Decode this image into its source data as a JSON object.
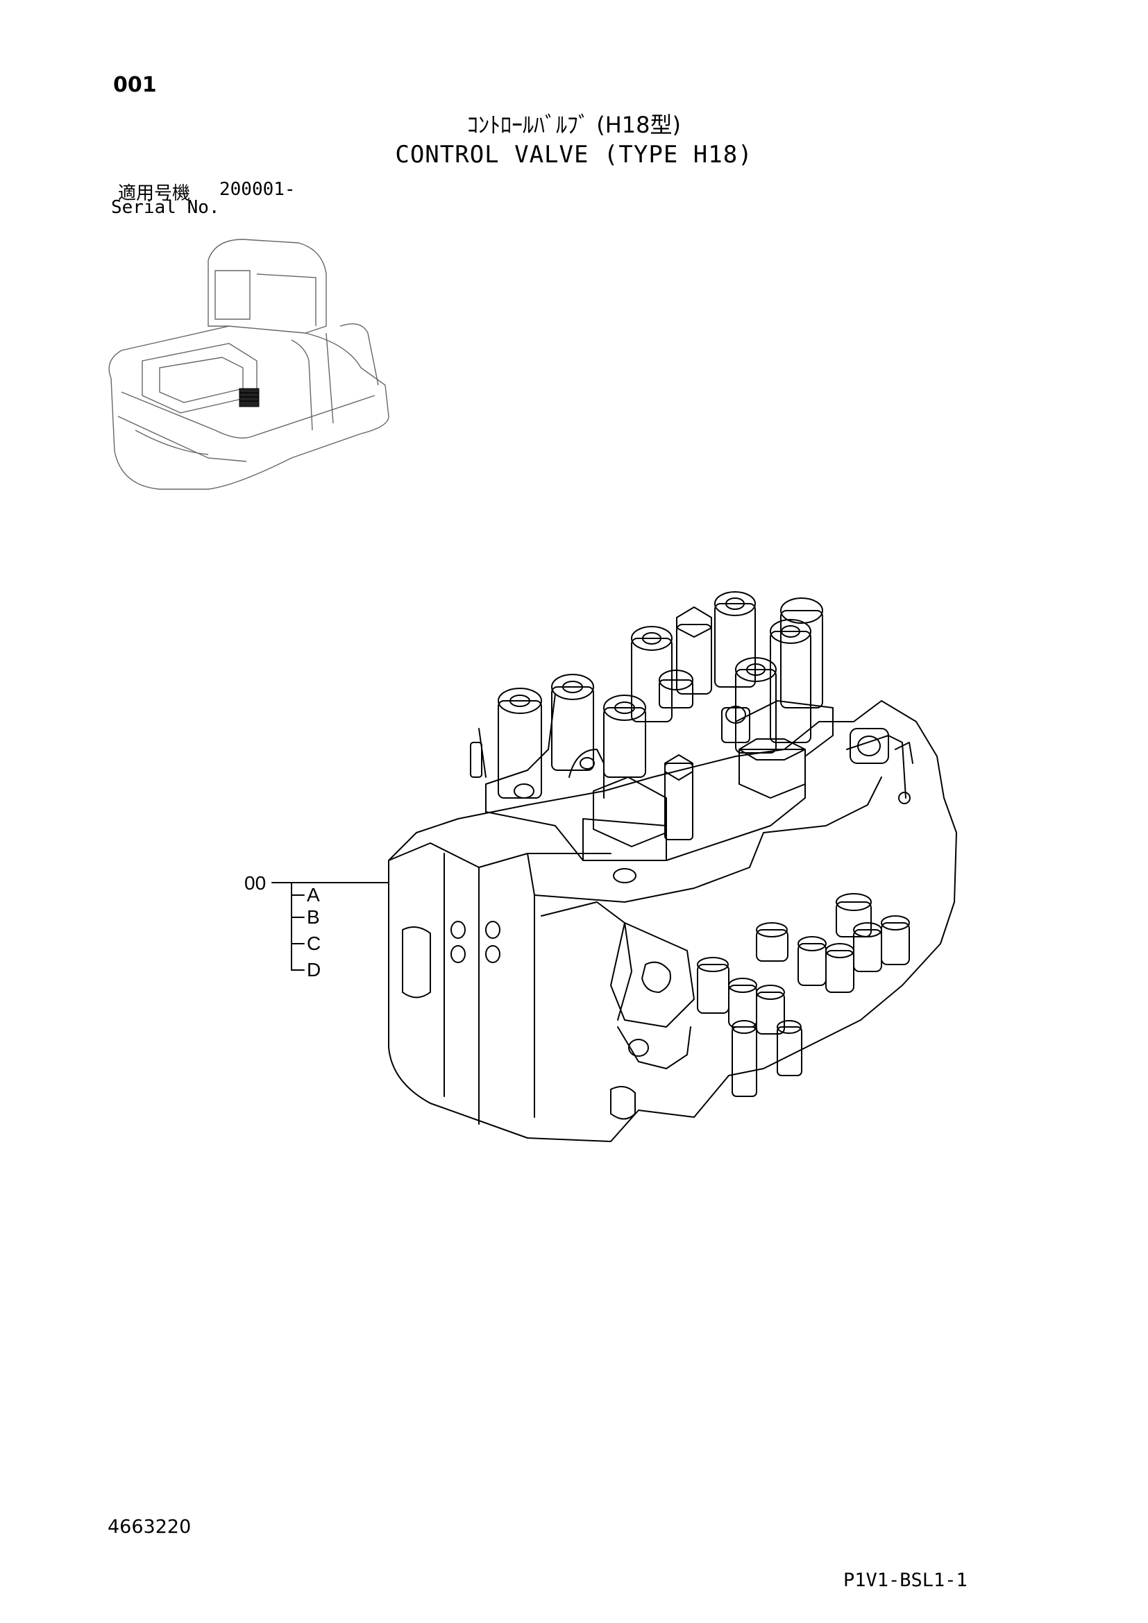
{
  "header": {
    "page_number": "001",
    "title_jp": "ｺﾝﾄﾛｰﾙﾊﾞﾙﾌﾞ (H18型)",
    "title_en": "CONTROL VALVE (TYPE H18)"
  },
  "serial": {
    "label_jp": "適用号機",
    "range": "200001-",
    "label_en": "Serial No."
  },
  "callout": {
    "assembly_ref": "00",
    "sub_items": [
      "A",
      "B",
      "C",
      "D"
    ]
  },
  "footer": {
    "doc_code": "4663220",
    "page_ref": "P1V1-BSL1-1"
  },
  "icons": {
    "machine": "excavator-location-icon",
    "part": "control-valve-drawing"
  }
}
